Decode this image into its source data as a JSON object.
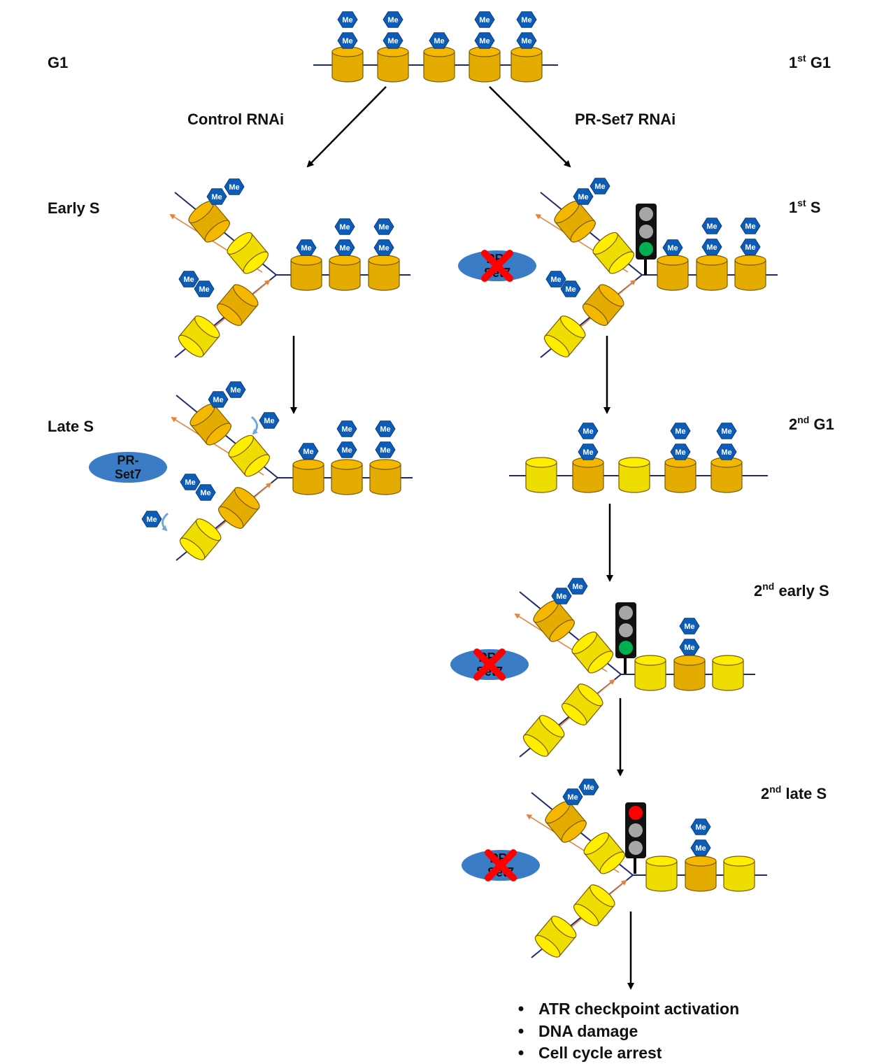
{
  "labels": {
    "g1_left": "G1",
    "early_s": "Early S",
    "late_s": "Late S",
    "control_rnai": "Control RNAi",
    "prset7_rnai": "PR-Set7 RNAi",
    "first_g1": {
      "num": "1",
      "sup": "st",
      "rest": " G1"
    },
    "first_s": {
      "num": "1",
      "sup": "st",
      "rest": " S"
    },
    "second_g1": {
      "num": "2",
      "sup": "nd",
      "rest": " G1"
    },
    "second_early_s": {
      "num": "2",
      "sup": "nd",
      "rest": " early S"
    },
    "second_late_s": {
      "num": "2",
      "sup": "nd",
      "rest": " late S"
    }
  },
  "methyl_mark": "Me",
  "enzyme": {
    "line1": "PR-",
    "line2": "Set7"
  },
  "outcomes": [
    "ATR checkpoint activation",
    "DNA damage",
    "Cell cycle arrest"
  ],
  "colors": {
    "dna": "#1f2a6b",
    "old_nucleosome": "#f5b800",
    "new_nucleosome": "#ffee00",
    "methyl": "#0d5db8",
    "enzyme": "#3a7cc6",
    "fork_arrow": "#e8823a",
    "recycle_arrow": "#6fa8dc",
    "inhibit_cross": "#ff0000",
    "light_green": "#00b050",
    "light_red": "#ff0000",
    "light_off": "#a6a6a6"
  },
  "traffic_lights": [
    {
      "stage": "1st S",
      "active": "green"
    },
    {
      "stage": "2nd early S",
      "active": "green"
    },
    {
      "stage": "2nd late S",
      "active": "red"
    }
  ]
}
